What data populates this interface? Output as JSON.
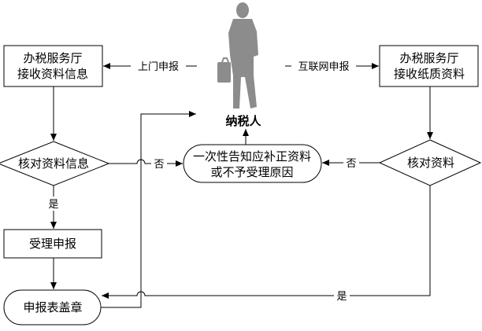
{
  "nodes": {
    "hall_info": [
      "办税服务厅",
      "接收资料信息"
    ],
    "hall_paper": [
      "办税服务厅",
      "接收纸质资料"
    ],
    "verify_info": "核对资料信息",
    "verify_docs": "核对资料",
    "notice": [
      "一次性告知应补正资料",
      "或不予受理原因"
    ],
    "accept": "受理申报",
    "stamp": "申报表盖章",
    "taxpayer": "纳税人"
  },
  "edges": {
    "onsite": "上门申报",
    "internet": "互联网申报",
    "no_left": "否",
    "no_right": "否",
    "yes_left": "是",
    "yes_bottom": "是"
  },
  "icons": {
    "taxpayer_figure": "businessman-silhouette-icon"
  },
  "colors": {
    "stroke": "#000000",
    "figure": "#8c8c8c"
  }
}
